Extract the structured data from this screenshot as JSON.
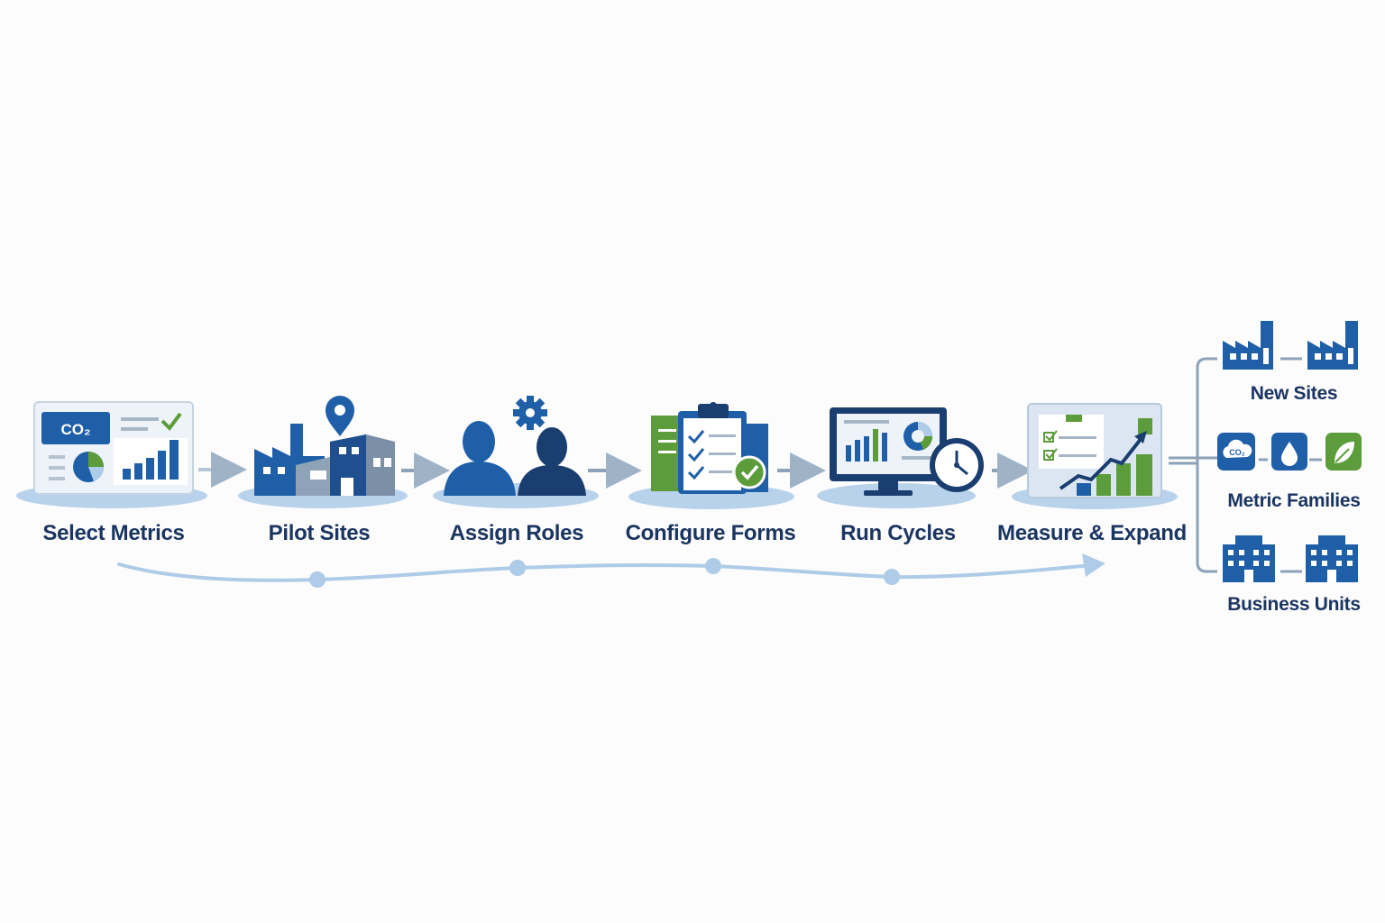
{
  "steps": [
    {
      "label": "Select Metrics",
      "icon": "metrics-dashboard-icon"
    },
    {
      "label": "Pilot Sites",
      "icon": "factory-location-icon"
    },
    {
      "label": "Assign Roles",
      "icon": "people-gear-icon"
    },
    {
      "label": "Configure Forms",
      "icon": "clipboard-checklist-icon"
    },
    {
      "label": "Run Cycles",
      "icon": "monitor-clock-icon"
    },
    {
      "label": "Measure & Expand",
      "icon": "growth-chart-icon"
    }
  ],
  "metrics_card": {
    "badge": "CO₂"
  },
  "branches": [
    {
      "label": "New Sites",
      "icon": "factory-icon"
    },
    {
      "label": "Metric Families",
      "icon": "metric-family-icon",
      "badge": "CO₂"
    },
    {
      "label": "Business Units",
      "icon": "office-building-icon"
    }
  ],
  "colors": {
    "navy": "#1b3561",
    "blue": "#1f5fa8",
    "light_blue": "#aecbe8",
    "green": "#5c9c3a",
    "gray_arrow": "#8da2b8"
  }
}
